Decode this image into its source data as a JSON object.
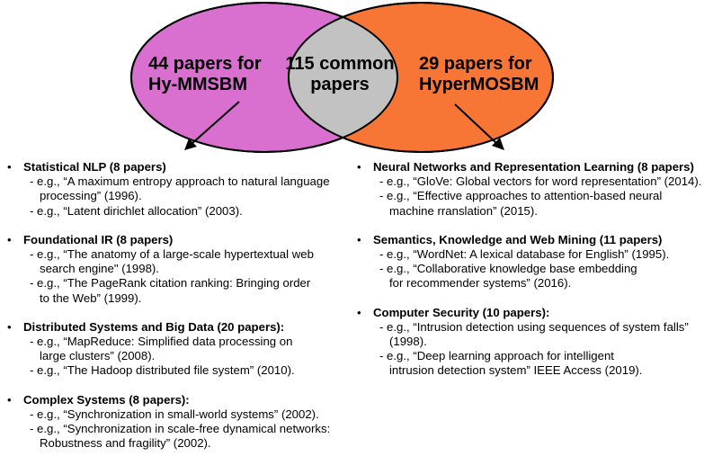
{
  "colors": {
    "left_circle": "#d96fcf",
    "right_circle": "#f87635",
    "overlap": "#c2c2c2",
    "outline": "#000000"
  },
  "venn": {
    "left_label_line1": "44 papers for",
    "left_label_line2": "Hy-MMSBM",
    "center_label_line1": "115 common",
    "center_label_line2": "papers",
    "right_label_line1": "29 papers for",
    "right_label_line2": "HyperMOSBM"
  },
  "bullet_char": "•",
  "left_topics": [
    {
      "title": "Statistical NLP (8 papers)",
      "examples": [
        [
          "- e.g., “A maximum entropy approach to natural language",
          "processing” (1996)."
        ],
        [
          "- e.g., “Latent dirichlet allocation” (2003)."
        ]
      ]
    },
    {
      "title": "Foundational IR (8 papers)",
      "examples": [
        [
          "- e.g., “The anatomy of a large-scale hypertextual web",
          "search engine\" (1998)."
        ],
        [
          "- e.g., “The PageRank citation ranking: Bringing order",
          "to the Web” (1999)."
        ]
      ]
    },
    {
      "title": "Distributed Systems and Big Data (20 papers):",
      "examples": [
        [
          "- e.g., “MapReduce: Simplified data processing on",
          "large clusters” (2008)."
        ],
        [
          "- e.g., “The Hadoop distributed file system” (2010)."
        ]
      ]
    },
    {
      "title": "Complex Systems (8 papers):",
      "examples": [
        [
          "- e.g., “Synchronization in small-world systems” (2002)."
        ],
        [
          "- e.g., “Synchronization in scale-free dynamical networks:",
          "Robustness and fragility” (2002)."
        ]
      ]
    }
  ],
  "right_topics": [
    {
      "title": "Neural Networks and Representation Learning (8 papers)",
      "examples": [
        [
          "- e.g., “GloVe: Global vectors for word representation” (2014)."
        ],
        [
          "- e.g., “Effective approaches to attention-based neural",
          "machine rranslation” (2015)."
        ]
      ]
    },
    {
      "title": "Semantics, Knowledge and Web Mining (11 papers)",
      "examples": [
        [
          "- e.g., “WordNet: A lexical database for English” (1995)."
        ],
        [
          "- e.g., “Collaborative knowledge base embedding",
          "for recommender systems” (2016)."
        ]
      ]
    },
    {
      "title": "Computer Security (10 papers):",
      "examples": [
        [
          "- e.g., “Intrusion detection using sequences of system falls”",
          "(1998)."
        ],
        [
          "- e.g., “Deep learning approach for intelligent",
          "intrusion detection system” IEEE Access (2019)."
        ]
      ]
    }
  ]
}
